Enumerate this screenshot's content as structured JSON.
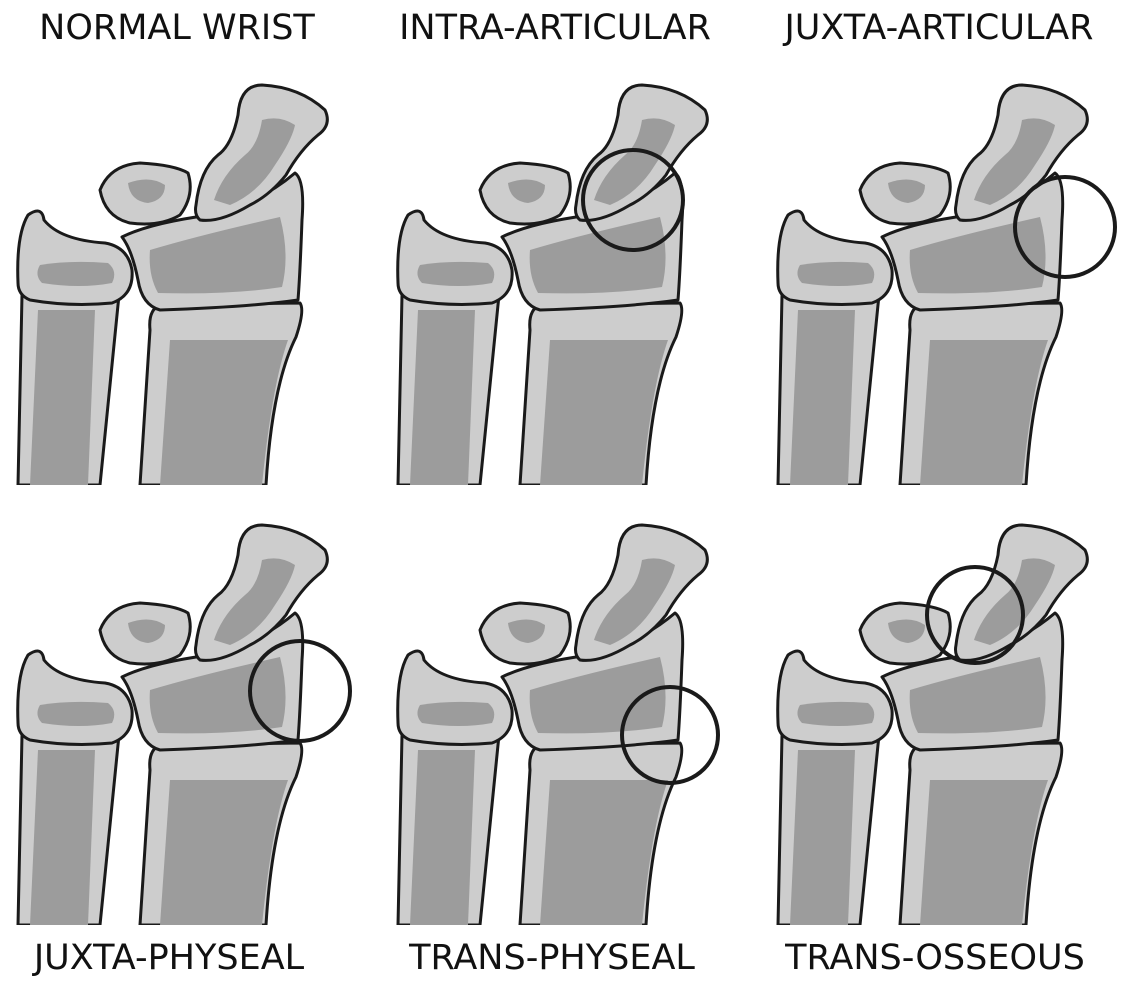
{
  "colors": {
    "bone_outer": "#cdcdcd",
    "bone_inner": "#9c9c9c",
    "outline": "#1a1a1a",
    "physis_band": "#d6d6d6",
    "background": "#ffffff"
  },
  "panels": [
    {
      "label": "NORMAL WRIST",
      "marker": "none"
    },
    {
      "label": "INTRA-ARTICULAR",
      "marker": "circle"
    },
    {
      "label": "JUXTA-ARTICULAR",
      "marker": "circle"
    },
    {
      "label": "JUXTA-PHYSEAL",
      "marker": "circle"
    },
    {
      "label": "TRANS-PHYSEAL",
      "marker": "circle"
    },
    {
      "label": "TRANS-OSSEOUS",
      "marker": "circle"
    }
  ]
}
